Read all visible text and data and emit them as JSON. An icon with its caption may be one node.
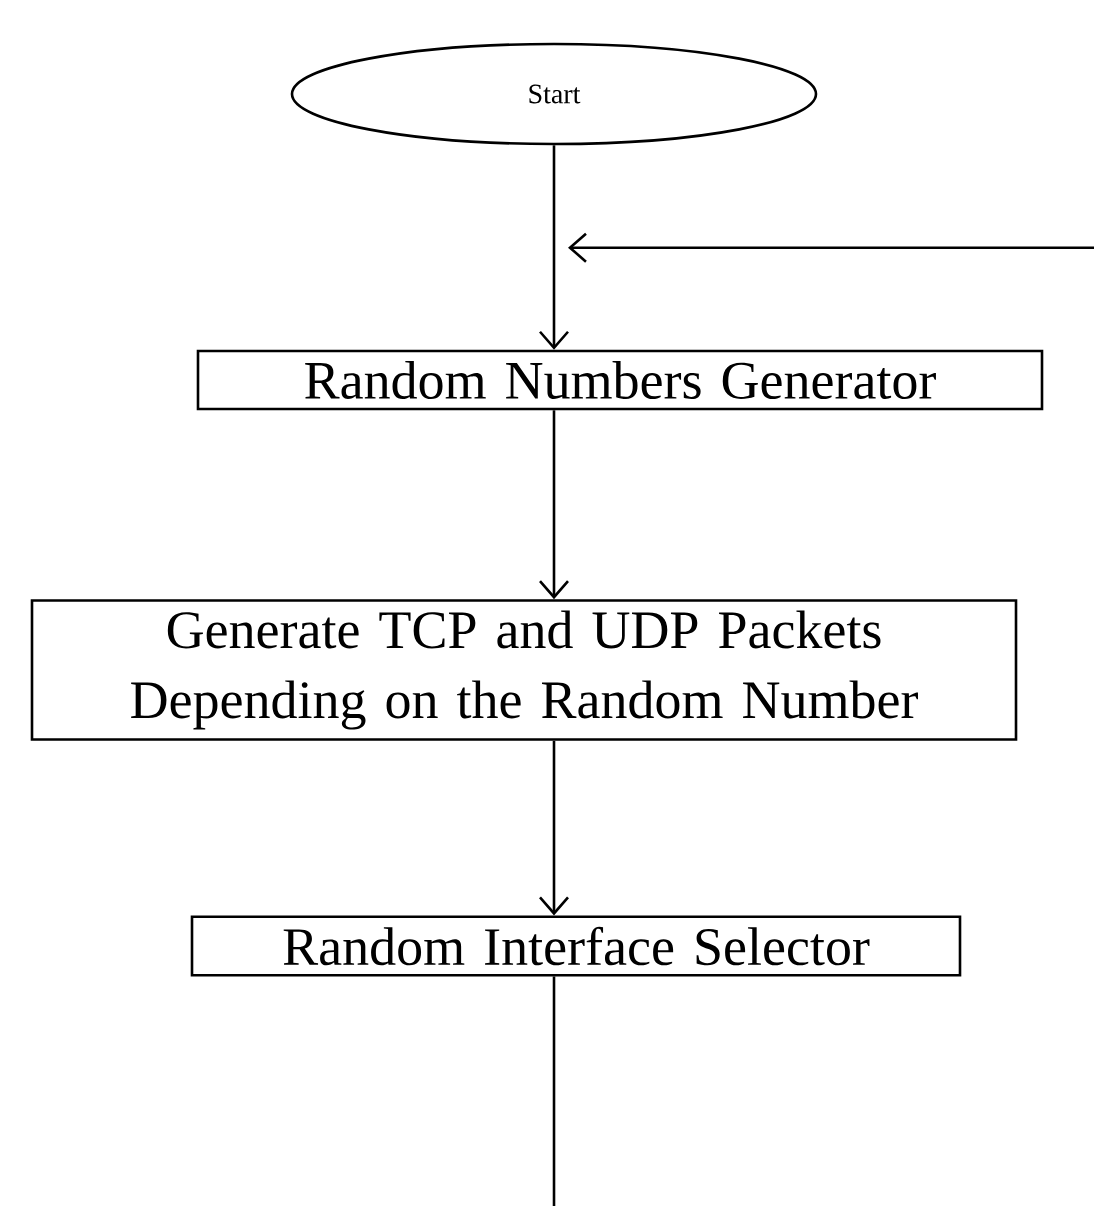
{
  "diagram": {
    "nodes": [
      {
        "text": [
          "Start"
        ]
      },
      {
        "text": [
          "Random Numbers Generator"
        ]
      },
      {
        "text": [
          "Generate  TCP and UDP Packets Depending on the Random Number"
        ]
      },
      {
        "text": [
          "Random Interface Selector"
        ]
      }
    ],
    "edges": [
      {
        "from": 0,
        "to": 1,
        "arrow": "to"
      },
      {
        "from": 1,
        "to": 2,
        "arrow": "to"
      },
      {
        "from": 2,
        "to": 3,
        "arrow": "to"
      },
      {
        "from": 3,
        "to": null,
        "arrow": "none"
      },
      {
        "from": null,
        "to": 1,
        "arrow": "to"
      }
    ]
  }
}
